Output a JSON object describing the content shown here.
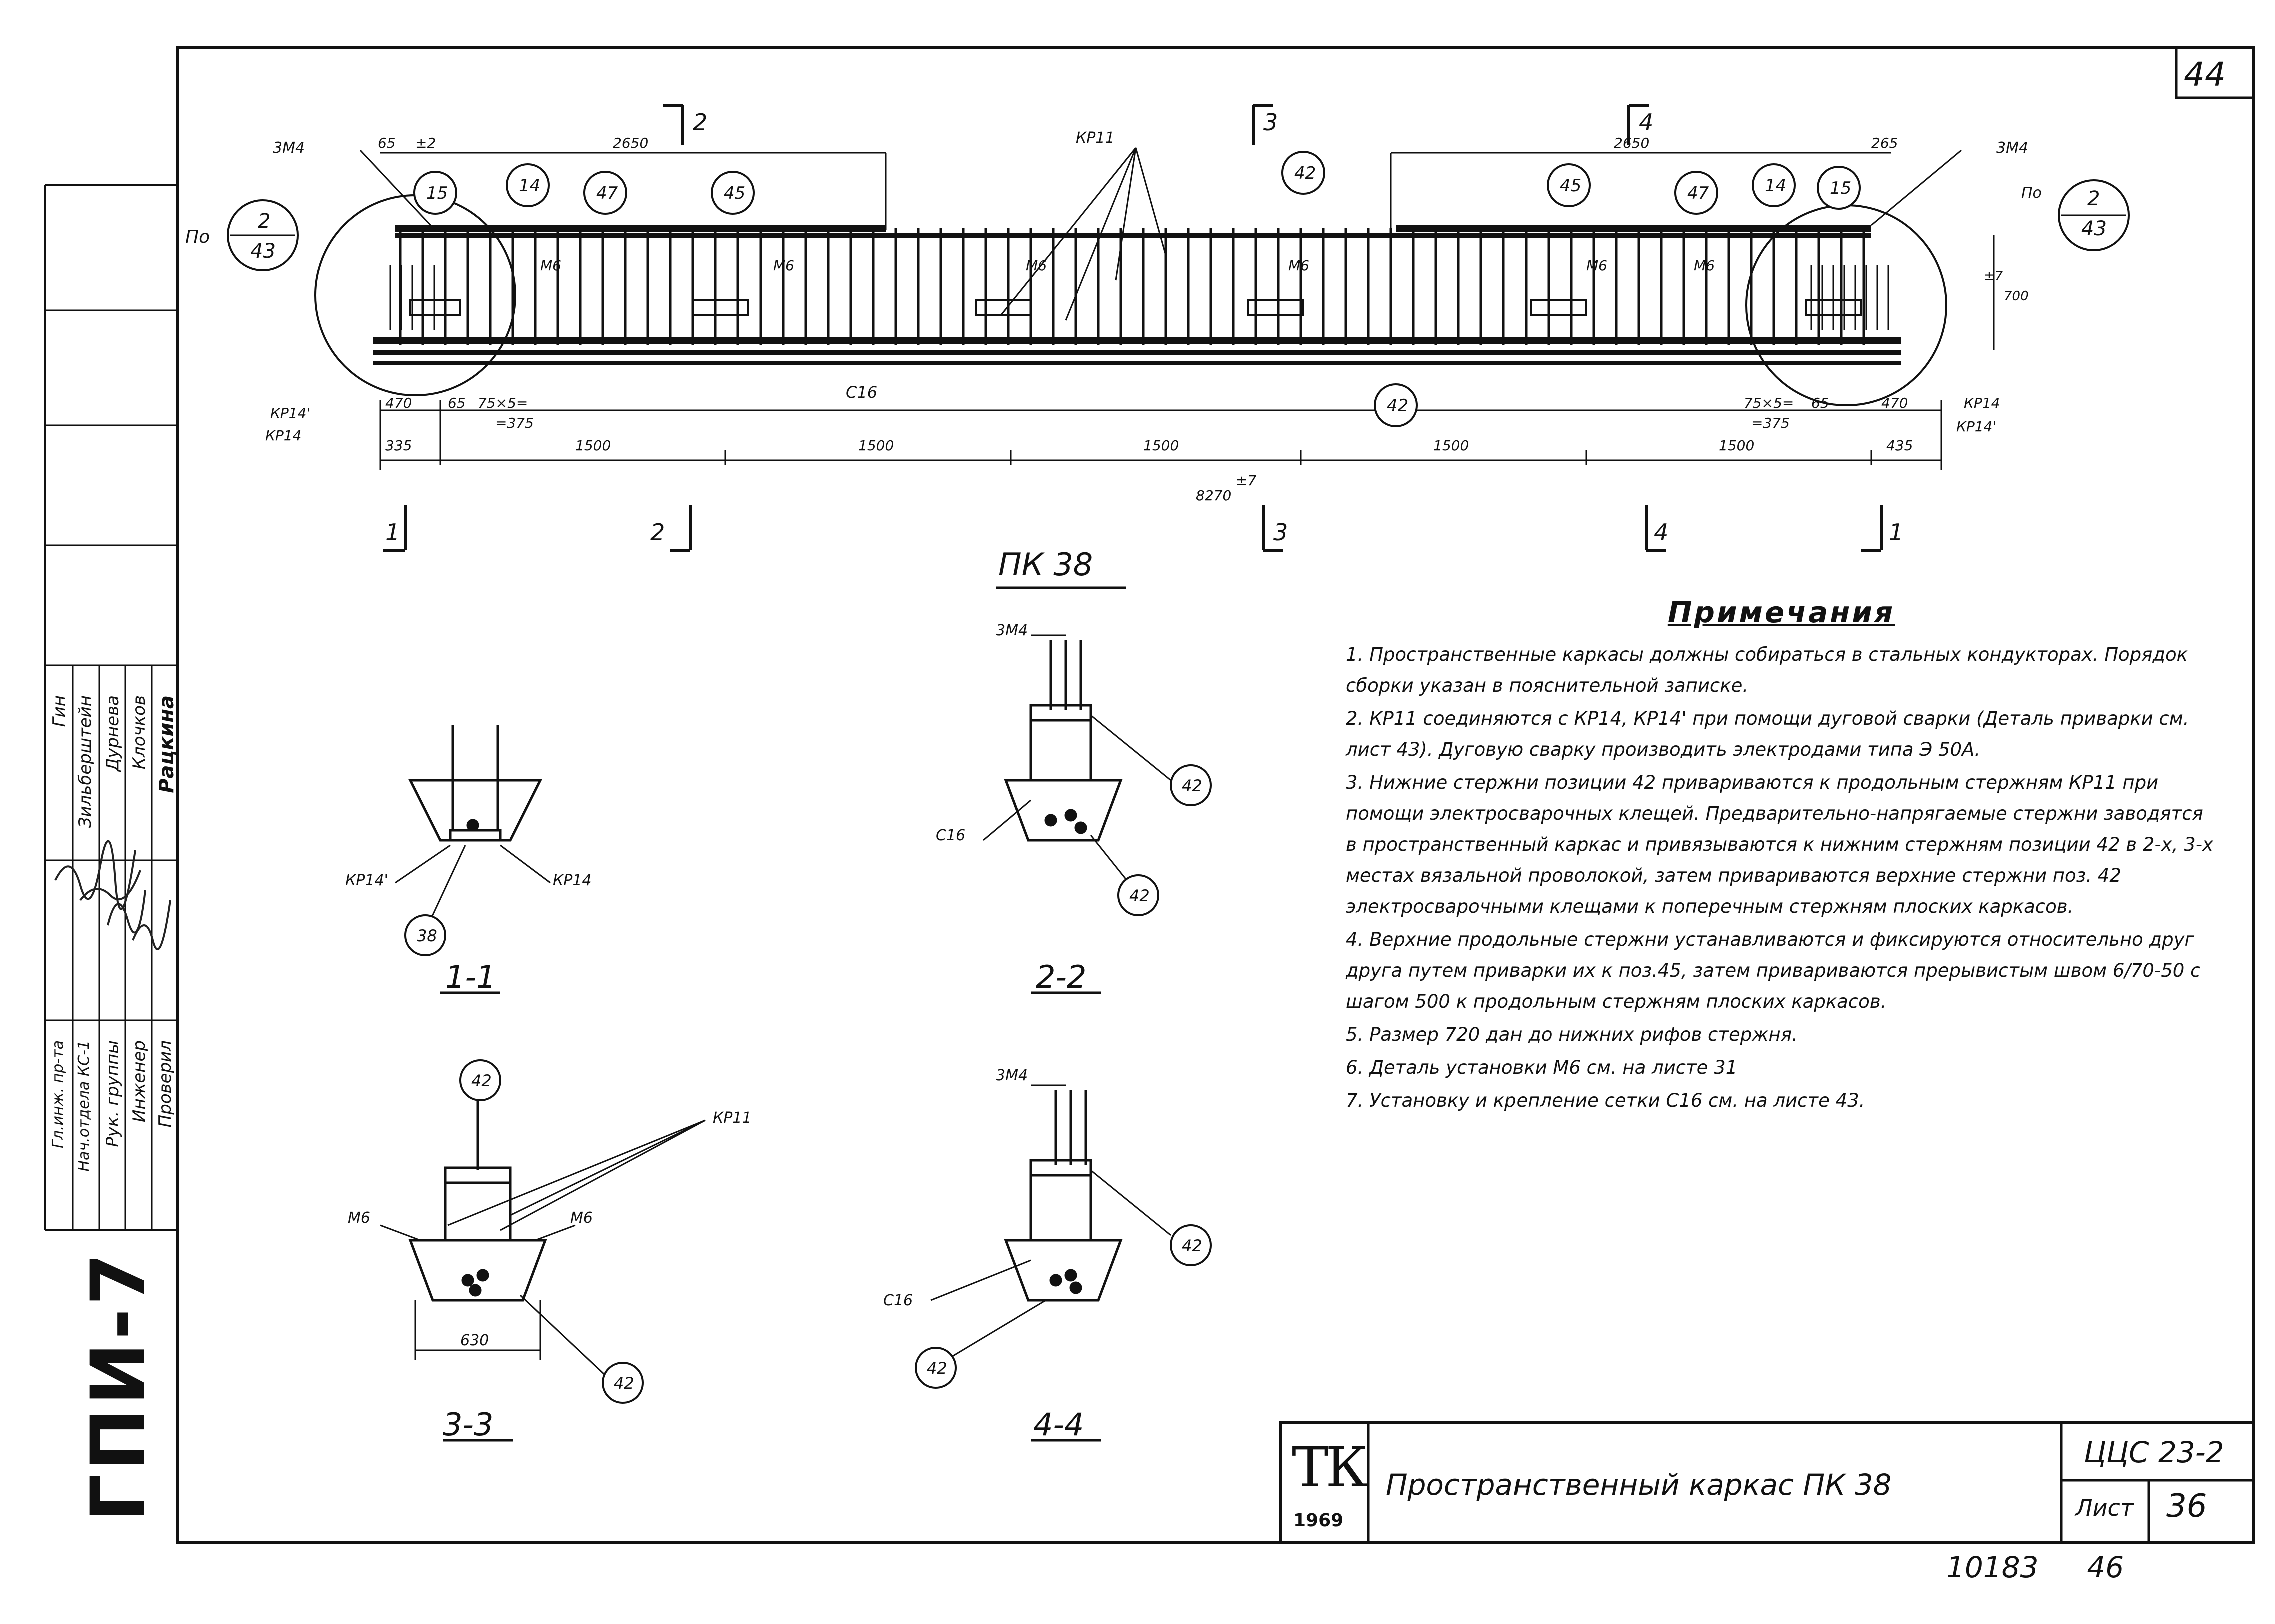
{
  "page": {
    "corner_number": "44",
    "archive_number": "10183",
    "archive_page": "46"
  },
  "left_strip": {
    "org": "ГПИ-7",
    "roles": [
      "Гл.инж. пр-та",
      "Нач.отдела КС-1",
      "Рук. группы",
      "Инженер",
      "Проверил"
    ],
    "names": [
      "Гин",
      "Зильберштейн",
      "Дурнева",
      "Клочков",
      "Рацкина"
    ]
  },
  "drawing": {
    "title": "ПК 38",
    "marks": {
      "3m4": "3М4",
      "kp11": "КР11",
      "kp14": "КР14",
      "kp14p": "КР14'",
      "c16": "С16",
      "m6": "М6",
      "po": "По",
      "b15": "15",
      "b14": "14",
      "b47": "47",
      "b45": "45",
      "b42": "42",
      "b38": "38",
      "frac_num": "2",
      "frac_den": "43"
    },
    "dims": {
      "d65": "65",
      "d2650": "2650",
      "d265": "265",
      "d470": "470",
      "d75": "75×5=",
      "d375": "=375",
      "d335": "335",
      "d1500": "1500",
      "d435": "435",
      "d8270": "8270",
      "d700": "700",
      "tol2": "±2",
      "tol7": "±7",
      "d630": "630"
    },
    "cuts": [
      "1",
      "2",
      "3",
      "4"
    ]
  },
  "sections": [
    "1-1",
    "2-2",
    "3-3",
    "4-4"
  ],
  "notes": {
    "heading": "Примечания",
    "items": [
      "1. Пространственные каркасы должны собираться в стальных кондукторах. Порядок сборки указан в пояснительной записке.",
      "2. КР11 соединяются с КР14, КР14' при помощи дуговой сварки (Деталь приварки см. лист 43). Дуговую сварку производить электродами типа Э 50А.",
      "3. Нижние стержни позиции 42 привариваются к продольным стержням КР11 при помощи электросварочных клещей. Предварительно-напрягаемые стержни заводятся в пространственный каркас и привязываются к нижним стержням позиции 42 в 2-х, 3-х местах вязальной проволокой, затем привариваются верхние стержни поз. 42 электросварочными клещами к поперечным стержням плоских каркасов.",
      "4. Верхние продольные стержни устанавливаются и фиксируются относительно друг друга путем приварки их к поз.45, затем привариваются прерывистым швом 6/70-50 с шагом 500 к продольным стержням плоских каркасов.",
      "5. Размер 720 дан до нижних рифов стержня.",
      "6. Деталь установки М6 см. на листе 31",
      "7. Установку и крепление сетки С16 см. на листе 43."
    ]
  },
  "stamp": {
    "tk": "ТК",
    "year": "1969",
    "title": "Пространственный каркас ПК 38",
    "code": "ЦЦС 23-2",
    "sheet_label": "Лист",
    "sheet_number": "36"
  }
}
